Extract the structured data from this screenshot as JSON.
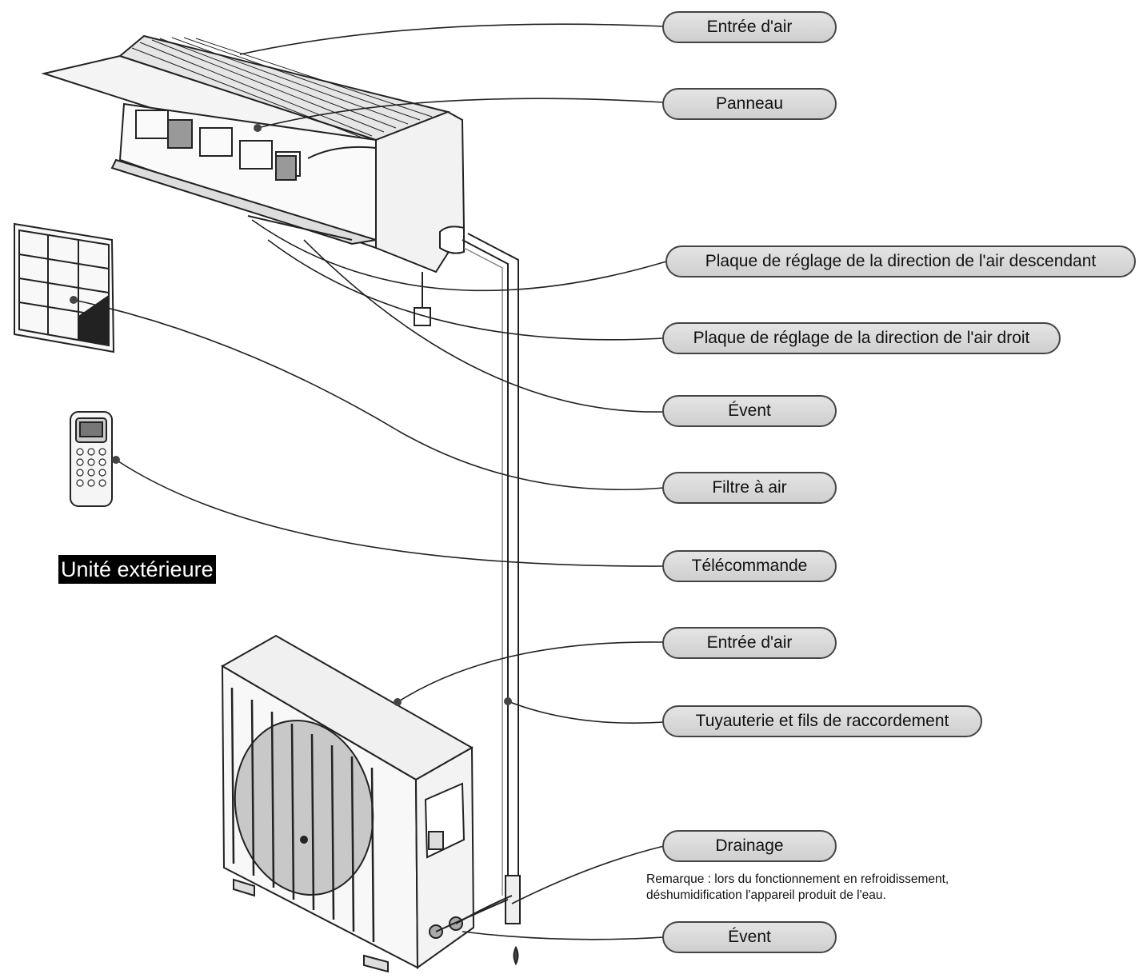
{
  "callouts": [
    {
      "id": "indoor-air-inlet",
      "label": "Entrée d'air"
    },
    {
      "id": "panel",
      "label": "Panneau"
    },
    {
      "id": "vertical-louver",
      "label": "Plaque de réglage de la direction de l'air descendant"
    },
    {
      "id": "horizontal-louver",
      "label": "Plaque de réglage de la direction de l'air droit"
    },
    {
      "id": "indoor-vent",
      "label": "Évent"
    },
    {
      "id": "air-filter",
      "label": "Filtre à air"
    },
    {
      "id": "remote",
      "label": "Télécommande"
    },
    {
      "id": "outdoor-air-inlet",
      "label": "Entrée d'air"
    },
    {
      "id": "piping",
      "label": "Tuyauterie et fils de raccordement"
    },
    {
      "id": "drainage",
      "label": "Drainage"
    },
    {
      "id": "outdoor-vent",
      "label": "Évent"
    }
  ],
  "outdoor_title": "Unité extérieure",
  "note": "Remarque : lors du fonctionnement en refroidissement, déshumidification l'appareil produit de l'eau."
}
